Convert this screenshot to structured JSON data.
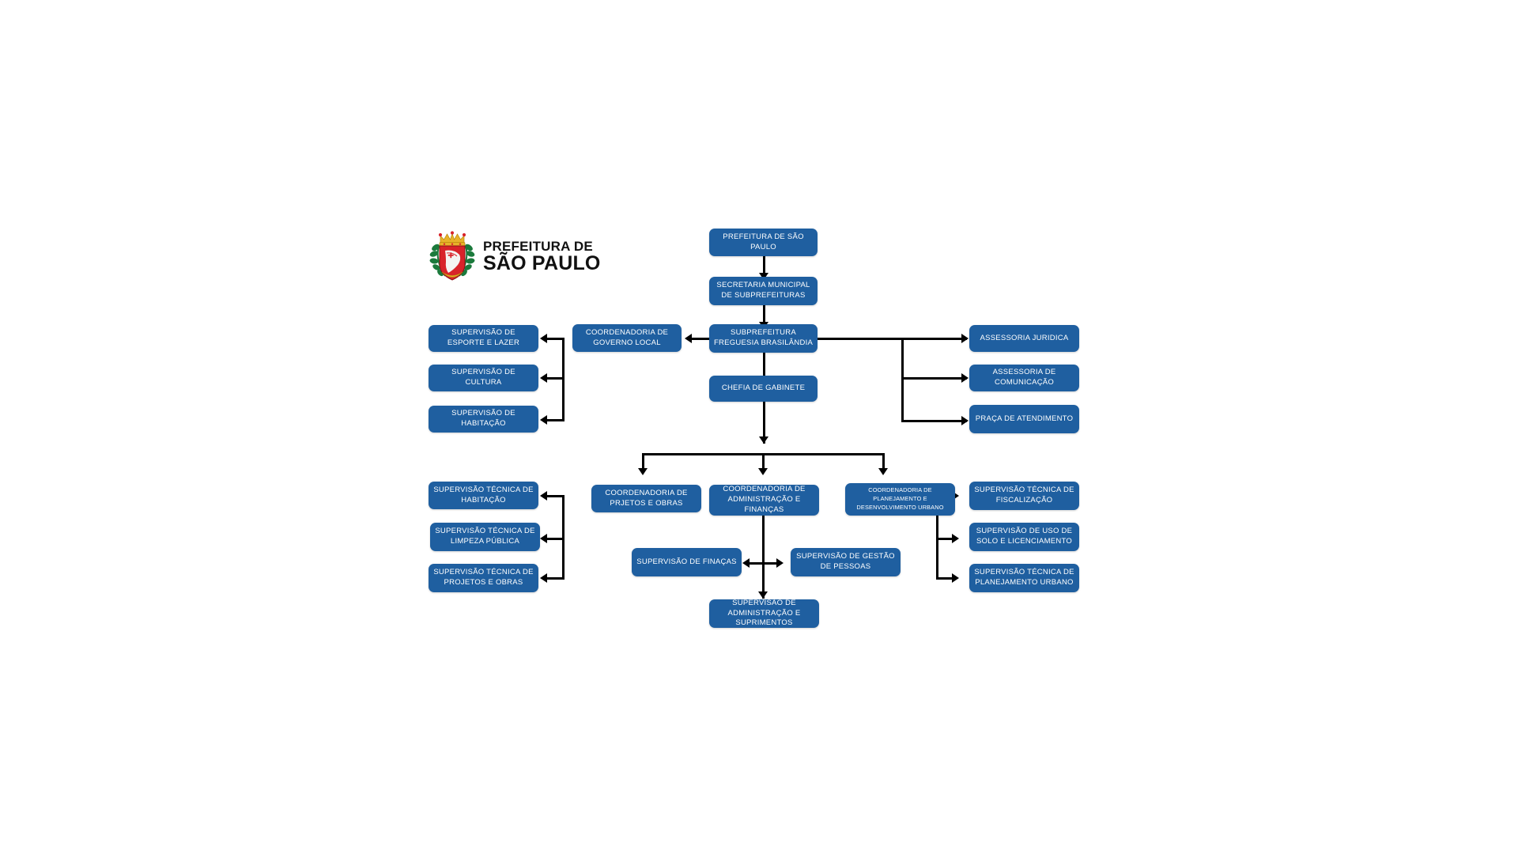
{
  "brand": {
    "line1": "PREFEITURA DE",
    "line2": "SÃO PAULO",
    "crest_name": "sao-paulo-coat-of-arms",
    "colors": {
      "crest_red": "#D8232A",
      "crest_gold": "#E8B32A",
      "crest_green": "#1B7A3C",
      "text": "#111111"
    }
  },
  "theme": {
    "node_fill": "#1F5FA0",
    "node_text": "#FFFFFF",
    "connector": "#000000",
    "background": "#FFFFFF"
  },
  "chart_data": {
    "type": "diagram",
    "title": "Organograma Subprefeitura Freguesia / Brasilândia",
    "nodes": [
      {
        "id": "prefeitura",
        "label": "PREFEITURA DE SÃO PAULO"
      },
      {
        "id": "secretaria",
        "label": "SECRETARIA MUNICIPAL DE SUBPREFEITURAS"
      },
      {
        "id": "subprefeitura",
        "label": "SUBPREFEITURA FREGUESIA BRASILÂNDIA"
      },
      {
        "id": "chefia",
        "label": "CHEFIA DE GABINETE"
      },
      {
        "id": "coord-governo",
        "label": "COORDENADORIA DE GOVERNO LOCAL"
      },
      {
        "id": "sup-esporte",
        "label": "SUPERVISÃO DE ESPORTE E LAZER"
      },
      {
        "id": "sup-cultura",
        "label": "SUPERVISÃO DE CULTURA"
      },
      {
        "id": "sup-habitacao",
        "label": "SUPERVISÃO DE HABITAÇÃO"
      },
      {
        "id": "assessoria-jur",
        "label": "ASSESSORIA JURIDICA"
      },
      {
        "id": "assessoria-com",
        "label": "ASSESSORIA DE COMUNICAÇÃO"
      },
      {
        "id": "praca",
        "label": "PRAÇA DE ATENDIMENTO"
      },
      {
        "id": "coord-projetos",
        "label": "COORDENADORIA DE PRJETOS E OBRAS"
      },
      {
        "id": "coord-admin",
        "label": "COORDENADORIA DE ADMINISTRAÇÃO E FINANÇAS"
      },
      {
        "id": "coord-planej",
        "label": "COORDENADORIA DE PLANEJAMENTO E DESENVOLVIMENTO URBANO"
      },
      {
        "id": "sup-tec-habitacao",
        "label": "SUPERVISÃO TÉCNICA DE HABITAÇÃO"
      },
      {
        "id": "sup-tec-limpeza",
        "label": "SUPERVISÃO TÉCNICA DE LIMPEZA PÚBLICA"
      },
      {
        "id": "sup-tec-projetos",
        "label": "SUPERVISÃO TÉCNICA DE PROJETOS E OBRAS"
      },
      {
        "id": "sup-tec-fisc",
        "label": "SUPERVISÃO TÉCNICA DE FISCALIZAÇÃO"
      },
      {
        "id": "sup-uso-solo",
        "label": "SUPERVISÃO DE USO DE SOLO E LICENCIAMENTO"
      },
      {
        "id": "sup-tec-planej",
        "label": "SUPERVISÃO TÉCNICA DE PLANEJAMENTO URBANO"
      },
      {
        "id": "sup-financas",
        "label": "SUPERVISÃO DE FINAÇAS"
      },
      {
        "id": "sup-gestao",
        "label": "SUPERVISÃO DE GESTÃO DE PESSOAS"
      },
      {
        "id": "sup-admin-sup",
        "label": "SUPERVISÃO DE ADMINISTRAÇÃO E SUPRIMENTOS"
      }
    ],
    "edges": [
      {
        "from": "prefeitura",
        "to": "secretaria"
      },
      {
        "from": "secretaria",
        "to": "subprefeitura"
      },
      {
        "from": "subprefeitura",
        "to": "coord-governo"
      },
      {
        "from": "subprefeitura",
        "to": "chefia"
      },
      {
        "from": "subprefeitura",
        "to": "assessoria-jur"
      },
      {
        "from": "subprefeitura",
        "to": "assessoria-com"
      },
      {
        "from": "subprefeitura",
        "to": "praca"
      },
      {
        "from": "coord-governo",
        "to": "sup-esporte"
      },
      {
        "from": "coord-governo",
        "to": "sup-cultura"
      },
      {
        "from": "coord-governo",
        "to": "sup-habitacao"
      },
      {
        "from": "chefia",
        "to": "coord-projetos"
      },
      {
        "from": "chefia",
        "to": "coord-admin"
      },
      {
        "from": "chefia",
        "to": "coord-planej"
      },
      {
        "from": "coord-projetos",
        "to": "sup-tec-habitacao"
      },
      {
        "from": "coord-projetos",
        "to": "sup-tec-limpeza"
      },
      {
        "from": "coord-projetos",
        "to": "sup-tec-projetos"
      },
      {
        "from": "coord-planej",
        "to": "sup-tec-fisc"
      },
      {
        "from": "coord-planej",
        "to": "sup-uso-solo"
      },
      {
        "from": "coord-planej",
        "to": "sup-tec-planej"
      },
      {
        "from": "coord-admin",
        "to": "sup-financas"
      },
      {
        "from": "coord-admin",
        "to": "sup-gestao"
      },
      {
        "from": "coord-admin",
        "to": "sup-admin-sup"
      }
    ]
  }
}
